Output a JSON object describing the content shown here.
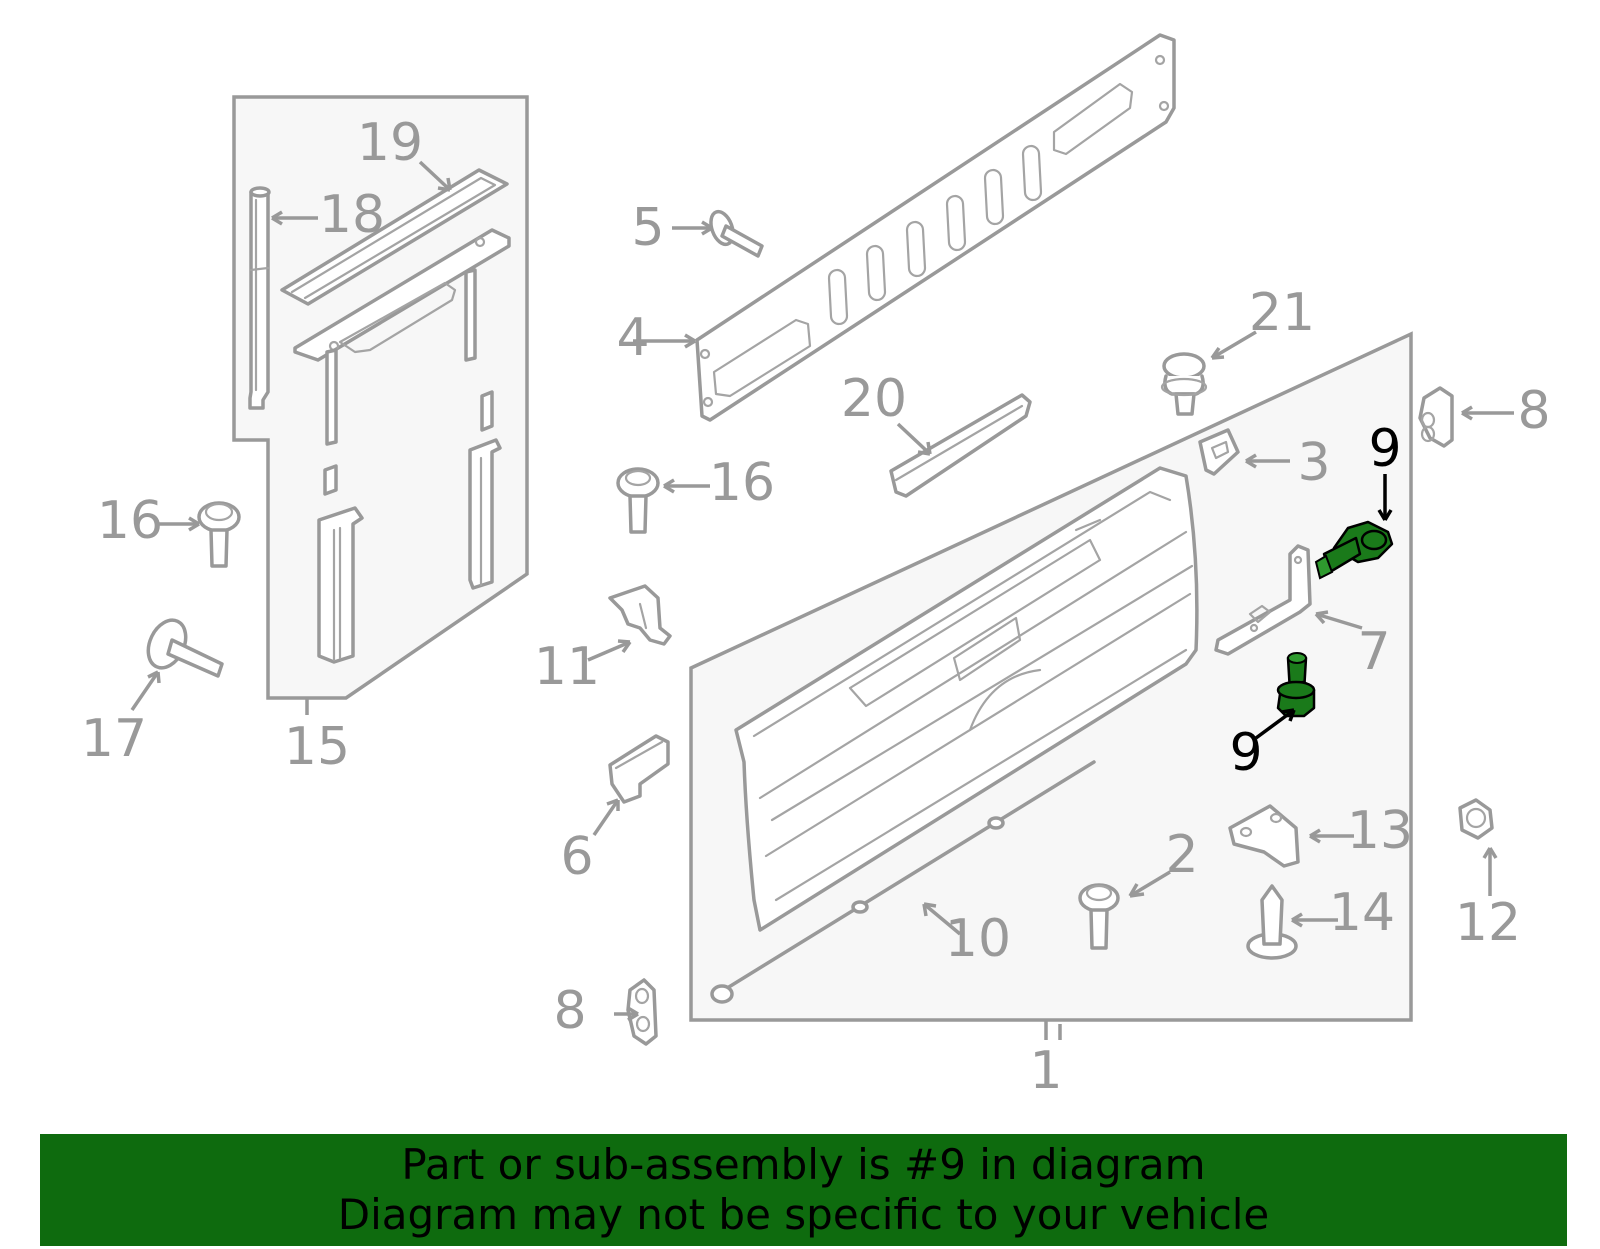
{
  "callouts": {
    "c1": "1",
    "c2": "2",
    "c3": "3",
    "c4": "4",
    "c5": "5",
    "c6": "6",
    "c7": "7",
    "c8a": "8",
    "c8b": "8",
    "c9a": "9",
    "c9b": "9",
    "c10": "10",
    "c11": "11",
    "c12": "12",
    "c13": "13",
    "c14": "14",
    "c15": "15",
    "c16a": "16",
    "c16b": "16",
    "c17": "17",
    "c18": "18",
    "c19": "19",
    "c20": "20",
    "c21": "21"
  },
  "highlight_part": "9",
  "colors": {
    "line_gray": "#999999",
    "panel_fill": "#f7f7f7",
    "highlight_green": "#1a7a1a",
    "banner_green": "#0e6b0e"
  },
  "banner": {
    "line1": "Part or sub-assembly is #9 in diagram",
    "line2": "Diagram may not be specific to your vehicle"
  }
}
